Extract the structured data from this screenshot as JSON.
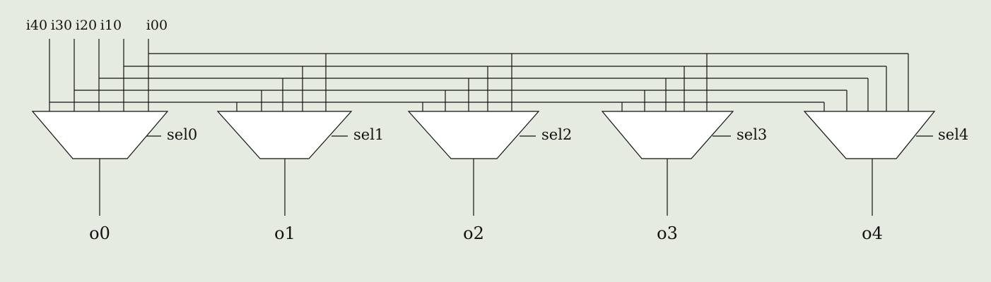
{
  "inputs": [
    "i40",
    "i30",
    "i20",
    "i10",
    "i00"
  ],
  "muxes": [
    {
      "sel": "sel0",
      "out": "o0"
    },
    {
      "sel": "sel1",
      "out": "o1"
    },
    {
      "sel": "sel2",
      "out": "o2"
    },
    {
      "sel": "sel3",
      "out": "o3"
    },
    {
      "sel": "sel4",
      "out": "o4"
    }
  ],
  "colors": {
    "background": "#e6ebe1",
    "mux_fill": "#ffffff",
    "wire": "#111111"
  }
}
